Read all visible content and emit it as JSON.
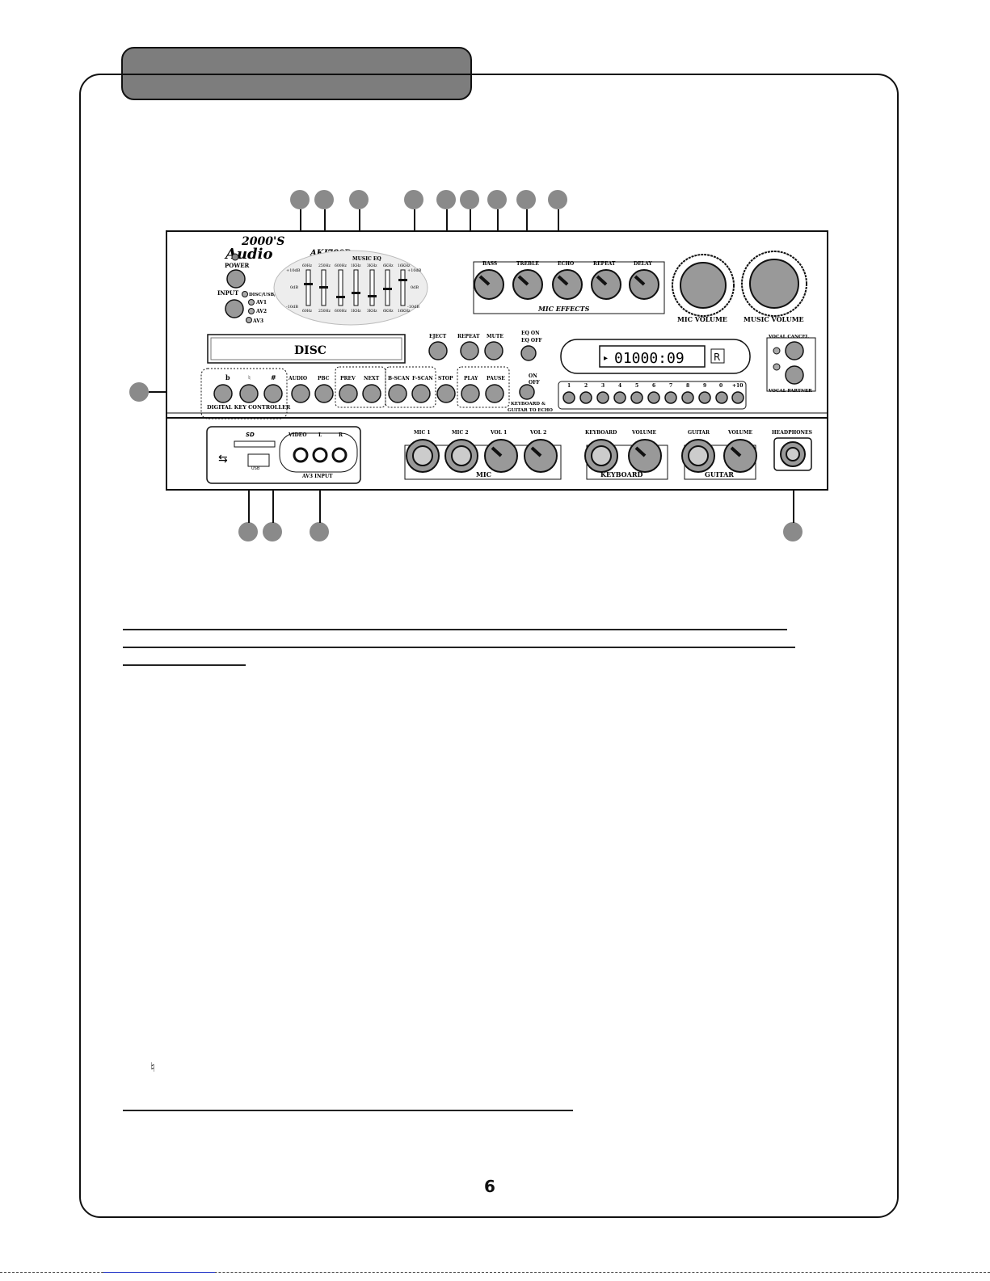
{
  "device": {
    "brand_top": "2000'S",
    "brand_bottom": "Audio",
    "model": "AKJ780D",
    "power_label": "POWER",
    "input_label": "INPUT",
    "input_options": [
      "DISC/USB/SD",
      "AV1",
      "AV2",
      "AV3"
    ],
    "music_eq_label": "MUSIC EQ",
    "eq_top_bands": [
      "60Hz",
      "250Hz",
      "600Hz",
      "1KHz",
      "3KHz",
      "6KHz",
      "16KHz"
    ],
    "eq_bottom_bands": [
      "60Hz",
      "250Hz",
      "600Hz",
      "1KHz",
      "3KHz",
      "6KHz",
      "16KHz"
    ],
    "eq_gain_top": "+10dB",
    "eq_gain_mid": "0dB",
    "eq_gain_bottom": "-10dB",
    "disc_label": "DISC",
    "digital_key_label": "DIGITAL KEY CONTROLLER",
    "key_flat": "b",
    "key_natural": "♮",
    "key_sharp": "#",
    "buttons": {
      "audio": "AUDIO",
      "pbc": "PBC",
      "prev": "PREV",
      "next": "NEXT",
      "bscan": "B-SCAN",
      "fscan": "F-SCAN",
      "stop": "STOP",
      "play": "PLAY",
      "pause": "PAUSE",
      "eject": "EJECT",
      "repeat": "REPEAT",
      "mute": "MUTE",
      "eq_on": "EQ  ON",
      "eq_off": "EQ  OFF",
      "kb_on": "ON",
      "kb_off": "OFF",
      "kb_guitar_echo_1": "KEYBOARD &",
      "kb_guitar_echo_2": "GUITAR TO ECHO"
    },
    "mic_effects_label": "MIC EFFECTS",
    "mic_effects_knobs": [
      "BASS",
      "TREBLE",
      "ECHO",
      "REPEAT",
      "DELAY"
    ],
    "mic_volume_label": "MIC VOLUME",
    "music_volume_label": "MUSIC VOLUME",
    "display_readout": "01000:09",
    "display_ir": "R",
    "number_keys": [
      "1",
      "2",
      "3",
      "4",
      "5",
      "6",
      "7",
      "8",
      "9",
      "0",
      "+10"
    ],
    "vocal_cancel": "VOCAL CANCEL",
    "vocal_partner": "VOCAL PARTNER",
    "sd_label": "SD",
    "usb_label": "USB",
    "av3_labels": [
      "VIDEO",
      "L",
      "R"
    ],
    "av3_input": "AV3 INPUT",
    "mic_section": {
      "labels": [
        "MIC 1",
        "MIC 2",
        "VOL 1",
        "VOL 2"
      ],
      "title": "MIC"
    },
    "keyboard_section": {
      "labels": [
        "KEYBOARD",
        "VOLUME"
      ],
      "title": "KEYBOARD"
    },
    "guitar_section": {
      "labels": [
        "GUITAR",
        "VOLUME"
      ],
      "title": "GUITAR"
    },
    "headphones_label": "HEADPHONES"
  },
  "body": {
    "natural_symbol": "♮",
    "page_number": "6"
  },
  "colors": {
    "tab_fill": "#7d7d7d",
    "callout_fill": "#8a8a8a",
    "ink": "#111111"
  }
}
